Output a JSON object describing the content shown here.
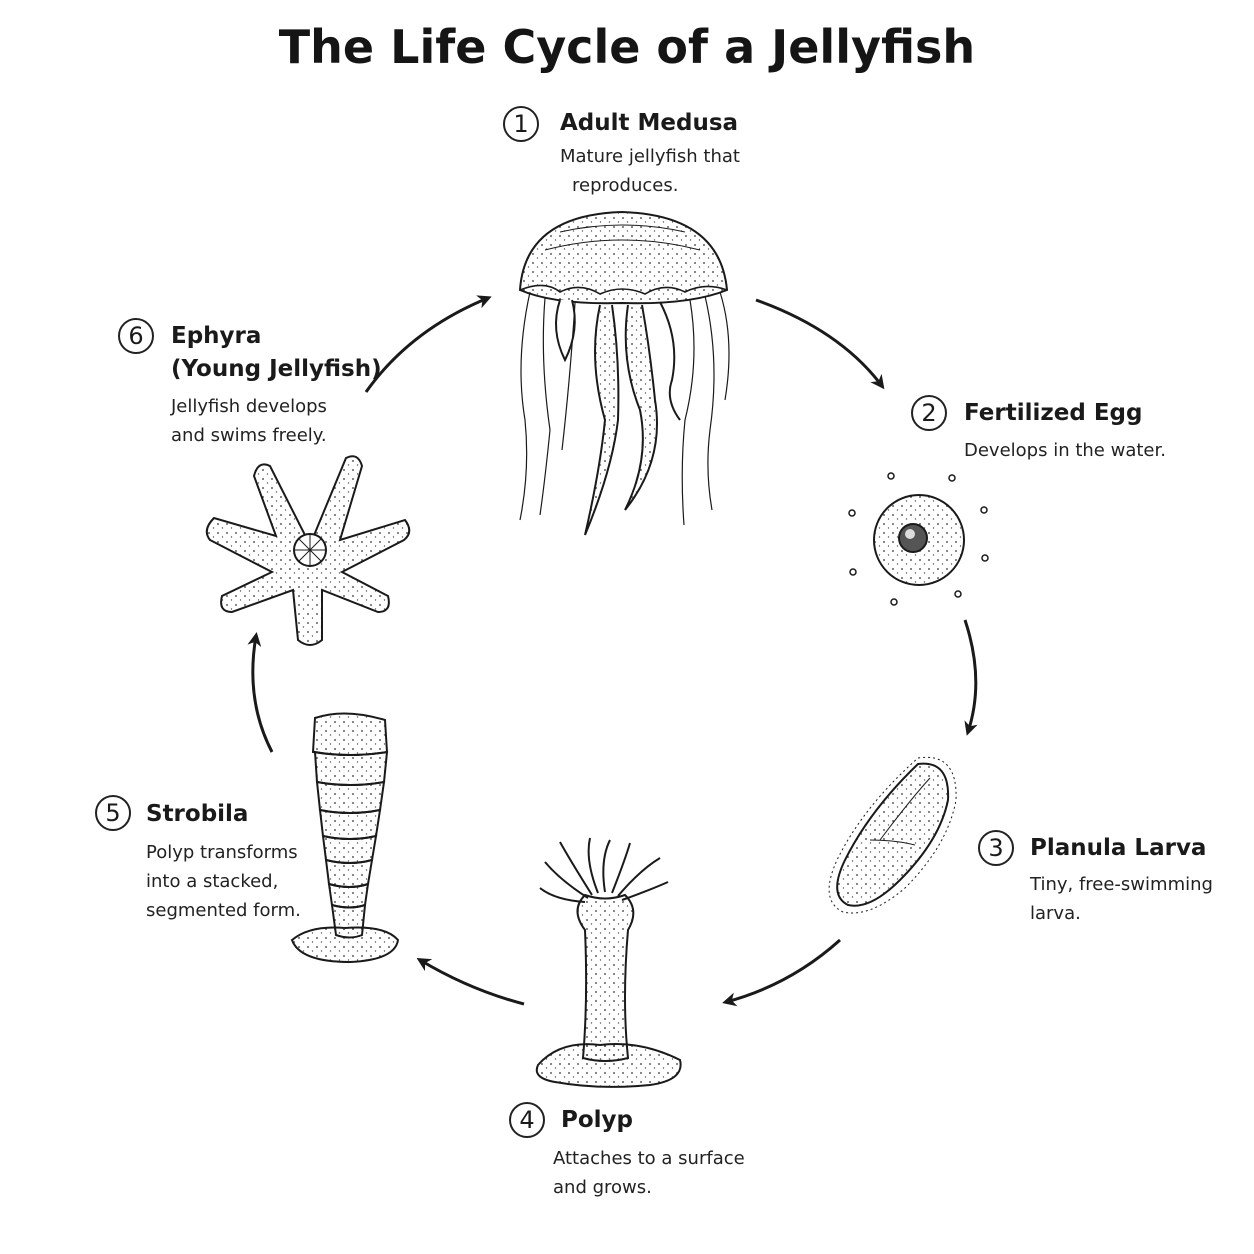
{
  "title": "The Life Cycle of a Jellyfish",
  "stages": [
    {
      "number": "1",
      "title": "Adult Medusa",
      "desc1": "Mature jellyfish that",
      "desc2": "reproduces."
    },
    {
      "number": "2",
      "title": "Fertilized Egg",
      "desc1": "Develops in the water.",
      "desc2": ""
    },
    {
      "number": "3",
      "title": "Planula Larva",
      "desc1": "Tiny, free-swimming",
      "desc2": "larva."
    },
    {
      "number": "4",
      "title": "Polyp",
      "desc1": "Attaches to a surface",
      "desc2": "and grows."
    },
    {
      "number": "5",
      "title": "Strobila",
      "desc1": "Polyp transforms",
      "desc2": "into a stacked,",
      "desc3": "segmented form."
    },
    {
      "number": "6",
      "title": "Ephyra",
      "title2": "(Young Jellyfish)",
      "desc1": "Jellyfish develops",
      "desc2": "and swims freely."
    }
  ],
  "icons": [
    "medusa-illustration",
    "egg-illustration",
    "planula-illustration",
    "polyp-illustration",
    "strobila-illustration",
    "ephyra-illustration"
  ],
  "colors": {
    "ink": "#1a1a1a",
    "background": "#ffffff"
  }
}
